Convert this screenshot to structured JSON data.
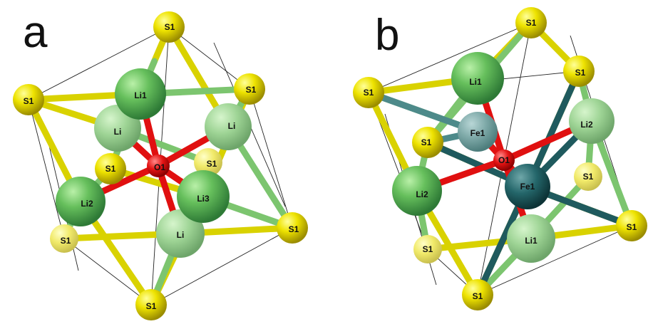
{
  "panels": [
    {
      "letter": "a",
      "atoms": [
        {
          "label": "S1",
          "element": "S"
        },
        {
          "label": "S1",
          "element": "S"
        },
        {
          "label": "S1",
          "element": "S"
        },
        {
          "label": "S1",
          "element": "S"
        },
        {
          "label": "S1",
          "element": "S"
        },
        {
          "label": "S1",
          "element": "S"
        },
        {
          "label": "S1",
          "element": "S"
        },
        {
          "label": "S1",
          "element": "S"
        },
        {
          "label": "Li1",
          "element": "Li"
        },
        {
          "label": "Li",
          "element": "Li"
        },
        {
          "label": "Li",
          "element": "Li"
        },
        {
          "label": "Li2",
          "element": "Li"
        },
        {
          "label": "Li3",
          "element": "Li"
        },
        {
          "label": "Li",
          "element": "Li"
        },
        {
          "label": "O1",
          "element": "O"
        }
      ]
    },
    {
      "letter": "b",
      "atoms": [
        {
          "label": "S1",
          "element": "S"
        },
        {
          "label": "S1",
          "element": "S"
        },
        {
          "label": "S1",
          "element": "S"
        },
        {
          "label": "S1",
          "element": "S"
        },
        {
          "label": "S1",
          "element": "S"
        },
        {
          "label": "S1",
          "element": "S"
        },
        {
          "label": "S1",
          "element": "S"
        },
        {
          "label": "S1",
          "element": "S"
        },
        {
          "label": "Li1",
          "element": "Li"
        },
        {
          "label": "Li2",
          "element": "Li"
        },
        {
          "label": "Li2",
          "element": "Li"
        },
        {
          "label": "Li1",
          "element": "Li"
        },
        {
          "label": "Fe1",
          "element": "Fe"
        },
        {
          "label": "Fe1",
          "element": "Fe"
        },
        {
          "label": "O1",
          "element": "O"
        }
      ]
    }
  ],
  "colors": {
    "S": "#e6e000",
    "Li": "#5cb85c",
    "O": "#e01010",
    "Fe": "#1f5a5e",
    "cell": "#222222"
  }
}
